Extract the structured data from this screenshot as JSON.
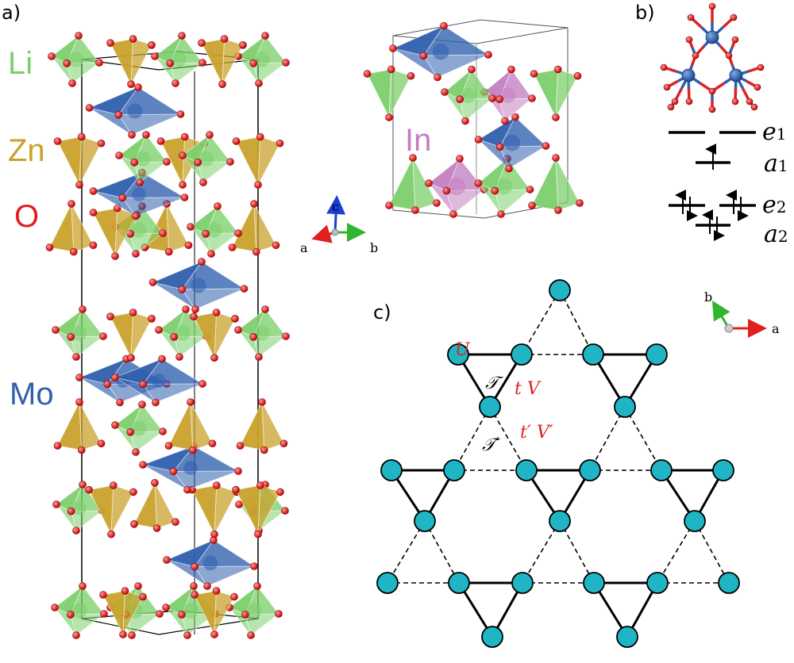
{
  "panels": {
    "a": "a)",
    "b": "b)",
    "c": "c)"
  },
  "elements": {
    "li": {
      "label": "Li",
      "color": "#7ccf6c"
    },
    "zn": {
      "label": "Zn",
      "color": "#c9a22c"
    },
    "o": {
      "label": "O",
      "color": "#e02020"
    },
    "mo": {
      "label": "Mo",
      "color": "#2f5fae"
    },
    "in": {
      "label": "In",
      "color": "#c37fc0"
    }
  },
  "axes_a": {
    "c": "c",
    "a": "a",
    "b": "b"
  },
  "axes_c": {
    "b": "b",
    "a": "a"
  },
  "levels": {
    "e1": {
      "main": "e",
      "sub": "1"
    },
    "a1": {
      "main": "a",
      "sub": "1"
    },
    "e2": {
      "main": "e",
      "sub": "2"
    },
    "a2": {
      "main": "a",
      "sub": "2"
    }
  },
  "lattice": {
    "U": "U",
    "tV": "t V",
    "tpVp": "t′ V′",
    "T": "𝒯",
    "Tp": "𝒯′",
    "site_color": "#1fb5c4",
    "hop_color": "#e02020"
  }
}
